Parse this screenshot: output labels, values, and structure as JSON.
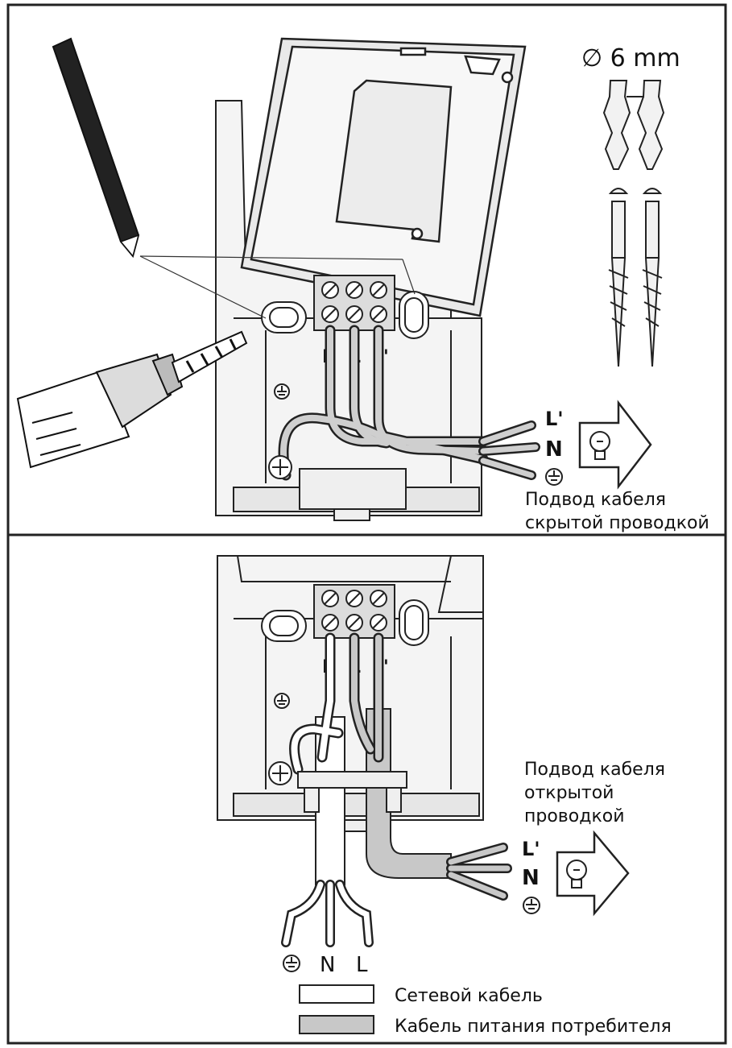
{
  "top_panel": {
    "drill_size": "∅ 6 mm",
    "terminal_labels": [
      "N",
      "L",
      "L'"
    ],
    "output_labels": [
      "L'",
      "N",
      "⏚"
    ],
    "caption_line1": "Подвод кабеля",
    "caption_line2": "скрытой проводкой"
  },
  "bottom_panel": {
    "terminal_labels": [
      "N",
      "L",
      "L'"
    ],
    "output_labels": [
      "L'",
      "N",
      "⏚"
    ],
    "caption_line1": "Подвод кабеля",
    "caption_line2": "открытой",
    "caption_line3": "проводкой",
    "mains_labels": [
      "⏚",
      "N",
      "L"
    ]
  },
  "legend": {
    "mains_cable": "Сетевой кабель",
    "load_cable": "Кабель питания потребителя",
    "mains_color": "#ffffff",
    "load_color": "#c8c8c8"
  },
  "icons": [
    "pencil-icon",
    "drill-icon",
    "wall-plug-icon",
    "screw-icon",
    "ground-icon",
    "lamp-icon",
    "arrow-icon"
  ]
}
